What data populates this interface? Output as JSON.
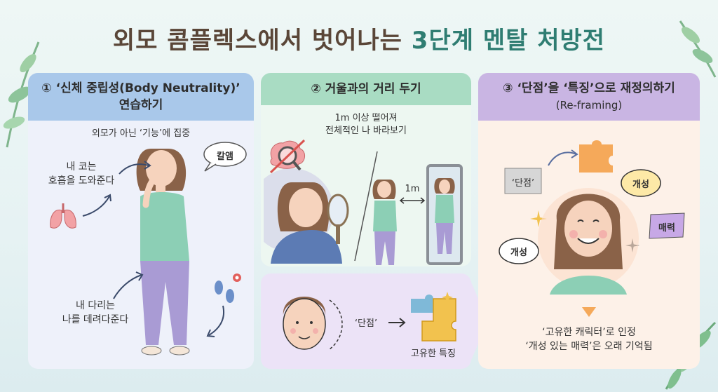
{
  "title": {
    "main": "외모 콤플렉스에서 벗어나는",
    "accent": "3단계 멘탈 처방전"
  },
  "step1": {
    "heading_line1": "① ‘신체 중립성(Body Neutrality)’",
    "heading_line2": "연습하기",
    "subtitle": "외모가 아닌 ‘기능’에 집중",
    "bubble": "칼앰",
    "nose_line1": "내 코는",
    "nose_line2": "호흡을 도와준다",
    "legs_line1": "내 다리는",
    "legs_line2": "나를 데려다준다"
  },
  "step2": {
    "heading": "② 거울과의 거리 두기",
    "instruction_line1": "1m 이상 떨어져",
    "instruction_line2": "전체적인 나 바라보기",
    "distance": "1m"
  },
  "step2b": {
    "weakness": "‘단점’",
    "feature": "고유한 특징"
  },
  "step3": {
    "heading_line1": "③ ‘단점’을 ‘특징’으로 재정의하기",
    "heading_line2": "(Re-framing)",
    "tag_weakness": "‘단점’",
    "tag_personality_top": "개성",
    "tag_personality_left": "개성",
    "tag_charm": "매력",
    "result_line1": "‘고유한 캐릭터’로 인정",
    "result_line2": "‘개성 있는 매력’은 오래 기억됨"
  },
  "colors": {
    "accent": "#2f7d72",
    "title_brown": "#5a4638",
    "step1_head": "#a9c8ea",
    "step2_head": "#a9dcc3",
    "step3_head": "#c9b5e3",
    "step2b_bg": "#ece3f7"
  }
}
